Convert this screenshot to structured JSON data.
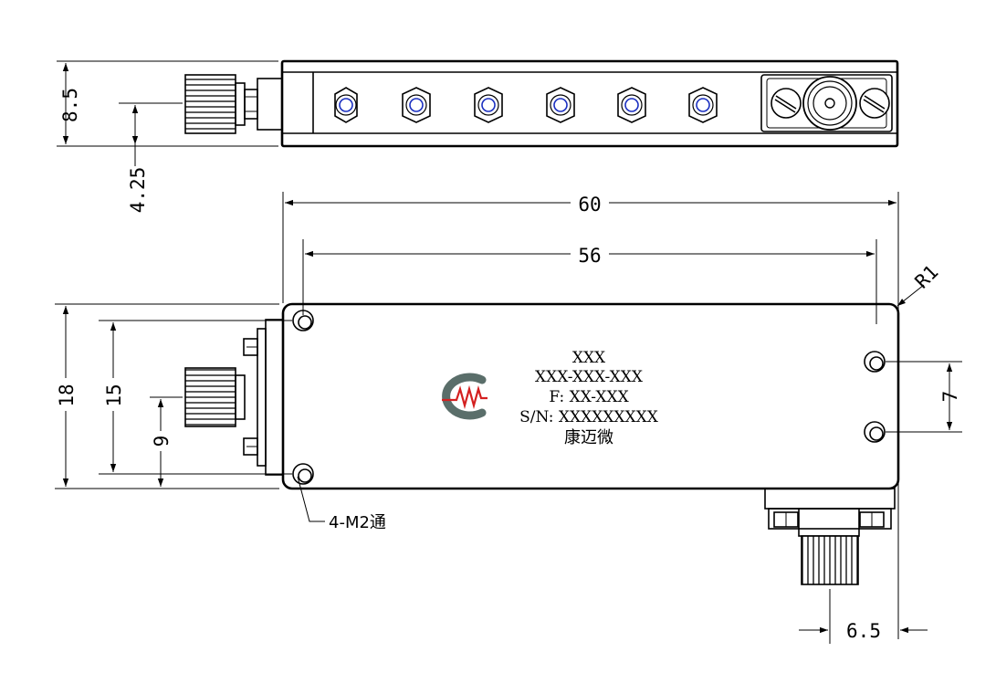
{
  "dimensions": {
    "side_height": "8.5",
    "side_connector_center": "4.25",
    "overall_length": "60",
    "hole_spacing_length": "56",
    "overall_width": "18",
    "hole_spacing_width": "15",
    "input_connector_offset": "9",
    "right_hole_spacing": "7",
    "output_connector_offset": "6.5",
    "corner_radius": "R1",
    "mounting_holes": "4-M2通"
  },
  "label": {
    "line1": "XXX",
    "line2": "XXX-XXX-XXX",
    "line3": "F: XX-XXX",
    "line4": "S/N: XXXXXXXXX",
    "maker": "康迈微"
  },
  "colors": {
    "ink": "#000000",
    "logo_gray": "#5a6e6a",
    "logo_red": "#d42020",
    "hole_blue": "#1a2fc0"
  },
  "icons": {
    "logo": "cmw-logo-icon",
    "screw": "hex-screw-icon"
  }
}
